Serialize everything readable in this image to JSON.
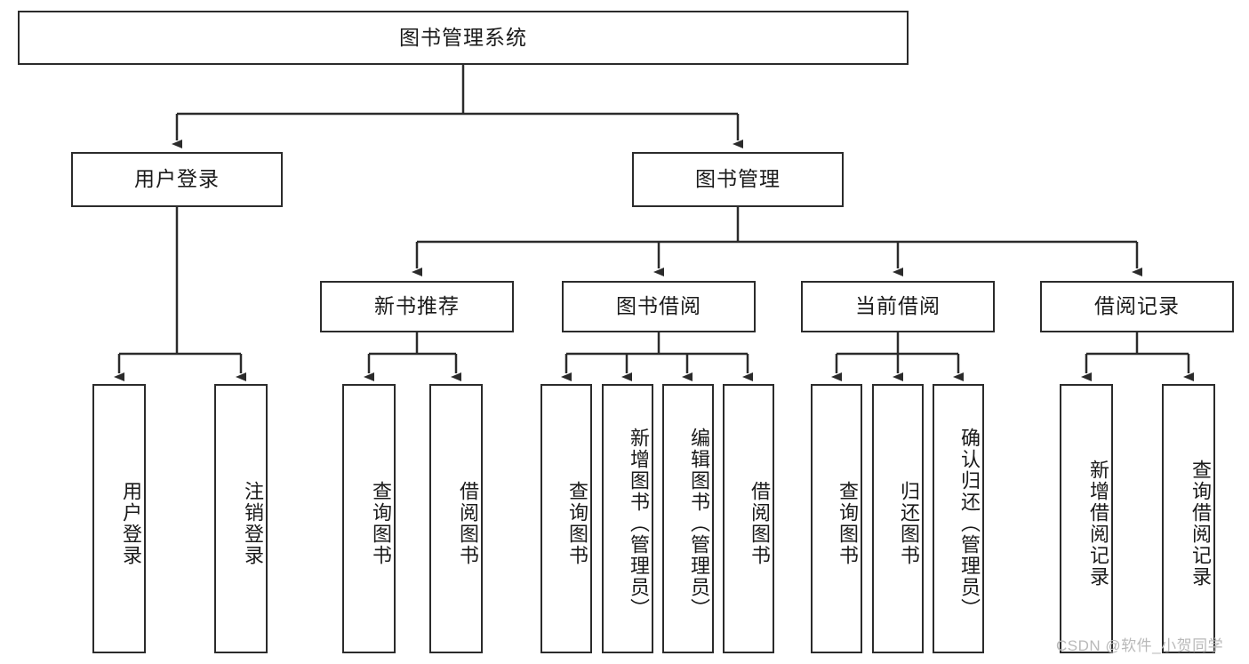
{
  "diagram": {
    "title": "图书管理系统",
    "type": "tree-hierarchy",
    "watermark": "CSDN @软件_小贺同学",
    "colors": {
      "line": "#2b2b2b",
      "box_fill": "#ffffff",
      "text": "#1a1a1a",
      "watermark": "#b9b9b9"
    },
    "root": {
      "label": "图书管理系统"
    },
    "level2": [
      {
        "label": "用户登录"
      },
      {
        "label": "图书管理"
      }
    ],
    "level3": [
      {
        "label": "新书推荐"
      },
      {
        "label": "图书借阅"
      },
      {
        "label": "当前借阅"
      },
      {
        "label": "借阅记录"
      }
    ],
    "leaves": {
      "user_login": [
        {
          "label": "用户登录"
        },
        {
          "label": "注销登录"
        }
      ],
      "new_book": [
        {
          "label": "查询图书"
        },
        {
          "label": "借阅图书"
        }
      ],
      "book_borrow": [
        {
          "label": "查询图书"
        },
        {
          "label": "新增图书（管理员）"
        },
        {
          "label": "编辑图书（管理员）"
        },
        {
          "label": "借阅图书"
        }
      ],
      "current_borrow": [
        {
          "label": "查询图书"
        },
        {
          "label": "归还图书"
        },
        {
          "label": "确认归还（管理员）"
        }
      ],
      "borrow_record": [
        {
          "label": "新增借阅记录"
        },
        {
          "label": "查询借阅记录"
        }
      ]
    }
  }
}
